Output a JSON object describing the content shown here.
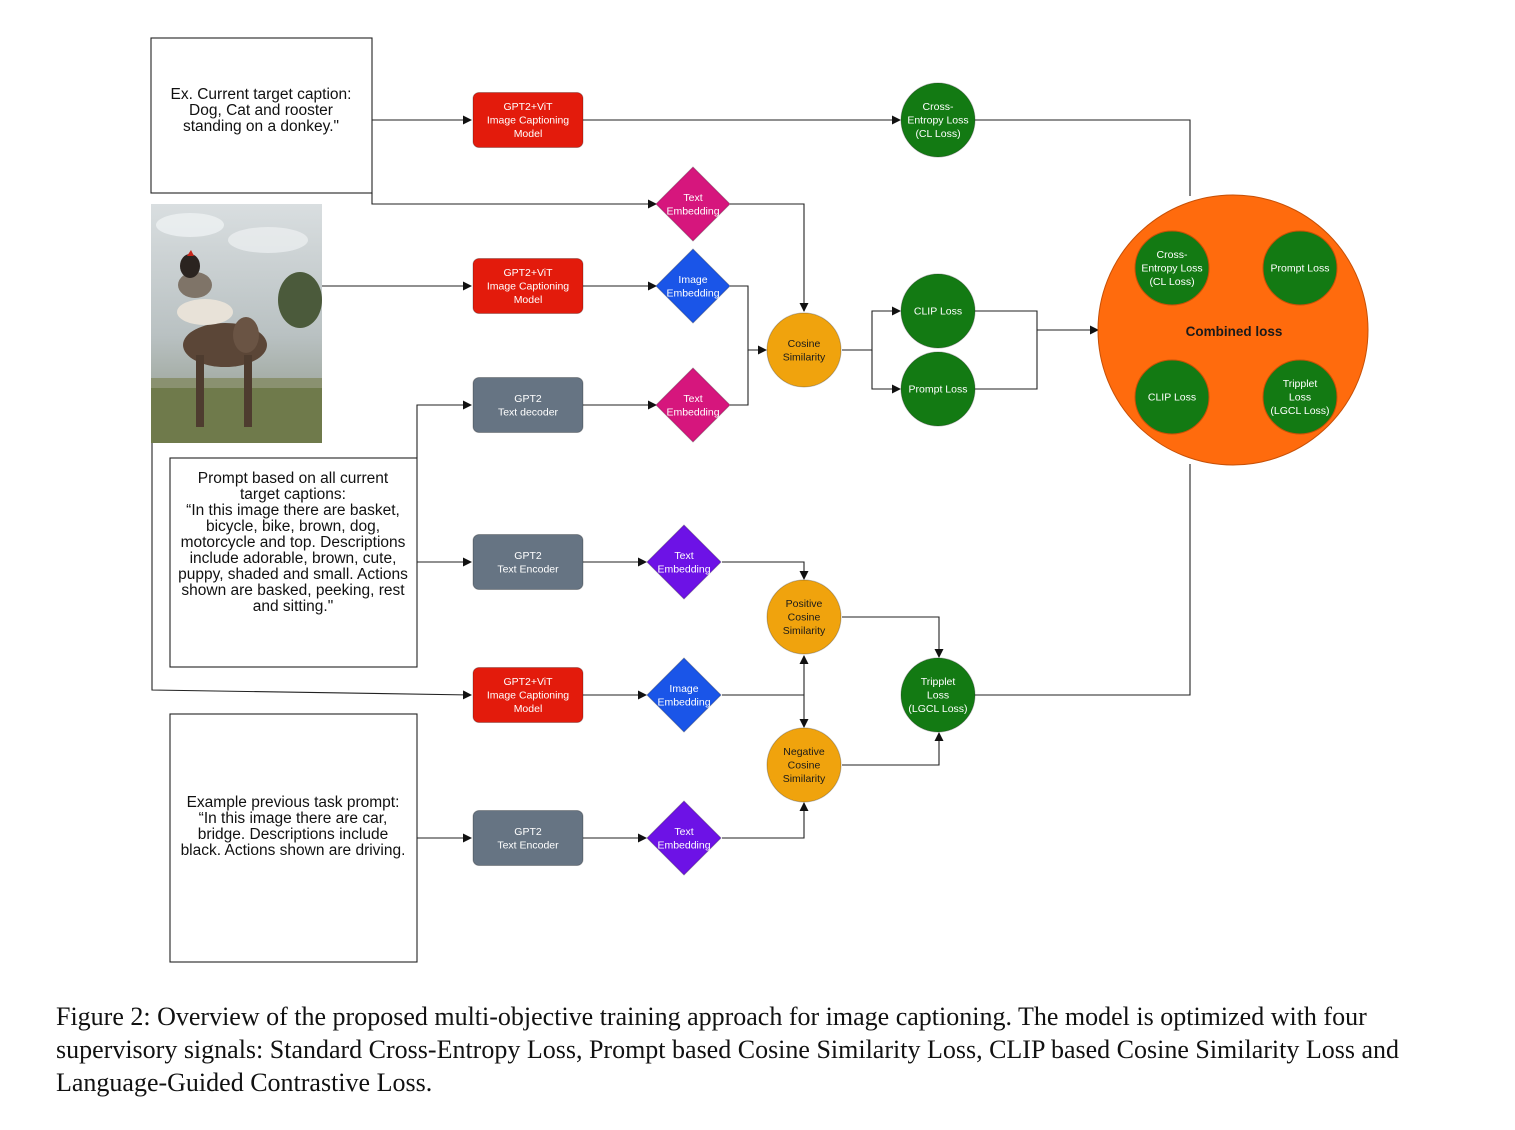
{
  "text_boxes": {
    "caption_box": [
      "Ex. Current target caption:",
      "",
      "Dog, Cat and rooster",
      "standing on a donkey.\""
    ],
    "prompt_box": [
      "Prompt based on all current",
      "target captions:",
      "",
      "“In this image there are basket,",
      "bicycle, bike, brown, dog,",
      "motorcycle and top. Descriptions",
      "include adorable, brown, cute,",
      "puppy, shaded and small. Actions",
      "shown are basked, peeking, rest",
      "and sitting.\""
    ],
    "prev_box": [
      "Example previous task prompt:",
      "",
      "“In this image there are car,",
      "bridge. Descriptions include",
      "black. Actions shown are driving."
    ]
  },
  "nodes": {
    "captioner_top": [
      "GPT2+ViT",
      "Image Captioning",
      "Model"
    ],
    "captioner_mid": [
      "GPT2+ViT",
      "Image Captioning",
      "Model"
    ],
    "decoder": [
      "GPT2",
      "Text decoder"
    ],
    "encoder_mid": [
      "GPT2",
      "Text Encoder"
    ],
    "captioner_low": [
      "GPT2+ViT",
      "Image Captioning",
      "Model"
    ],
    "encoder_low": [
      "GPT2",
      "Text Encoder"
    ],
    "text_emb_1": [
      "Text",
      "Embedding"
    ],
    "image_emb_1": [
      "Image",
      "Embedding"
    ],
    "text_emb_2": [
      "Text",
      "Embedding"
    ],
    "text_emb_3": [
      "Text",
      "Embedding"
    ],
    "image_emb_2": [
      "Image",
      "Embedding"
    ],
    "text_emb_4": [
      "Text",
      "Embedding"
    ],
    "cosine": [
      "Cosine",
      "Similarity"
    ],
    "pos_cosine": [
      "Positive",
      "Cosine",
      "Similarity"
    ],
    "neg_cosine": [
      "Negative",
      "Cosine",
      "Similarity"
    ],
    "ce_loss": [
      "Cross-",
      "Entropy Loss",
      "(CL Loss)"
    ],
    "clip_loss": [
      "CLIP Loss"
    ],
    "prompt_loss": [
      "Prompt Loss"
    ],
    "triplet_loss": [
      "Tripplet",
      "Loss",
      "(LGCL Loss)"
    ]
  },
  "combined": {
    "title": "Combined loss",
    "items": [
      [
        "Cross-",
        "Entropy Loss",
        "(CL Loss)"
      ],
      [
        "Prompt Loss"
      ],
      [
        "CLIP Loss"
      ],
      [
        "Tripplet",
        "Loss",
        "(LGCL Loss)"
      ]
    ]
  },
  "colors": {
    "red": "#e31b0c",
    "slate": "#667483",
    "magenta": "#d6167d",
    "blue": "#1a55e8",
    "purple": "#6d12e6",
    "orange": "#f0a30d",
    "green": "#137a13",
    "combined": "#ff6b0d"
  },
  "caption": "Figure 2: Overview of the proposed multi-objective training approach for image captioning. The model is optimized with four supervisory signals: Standard Cross-Entropy Loss, Prompt based Cosine Similarity Loss, CLIP based Cosine Similarity Loss and Language-Guided Contrastive Loss."
}
